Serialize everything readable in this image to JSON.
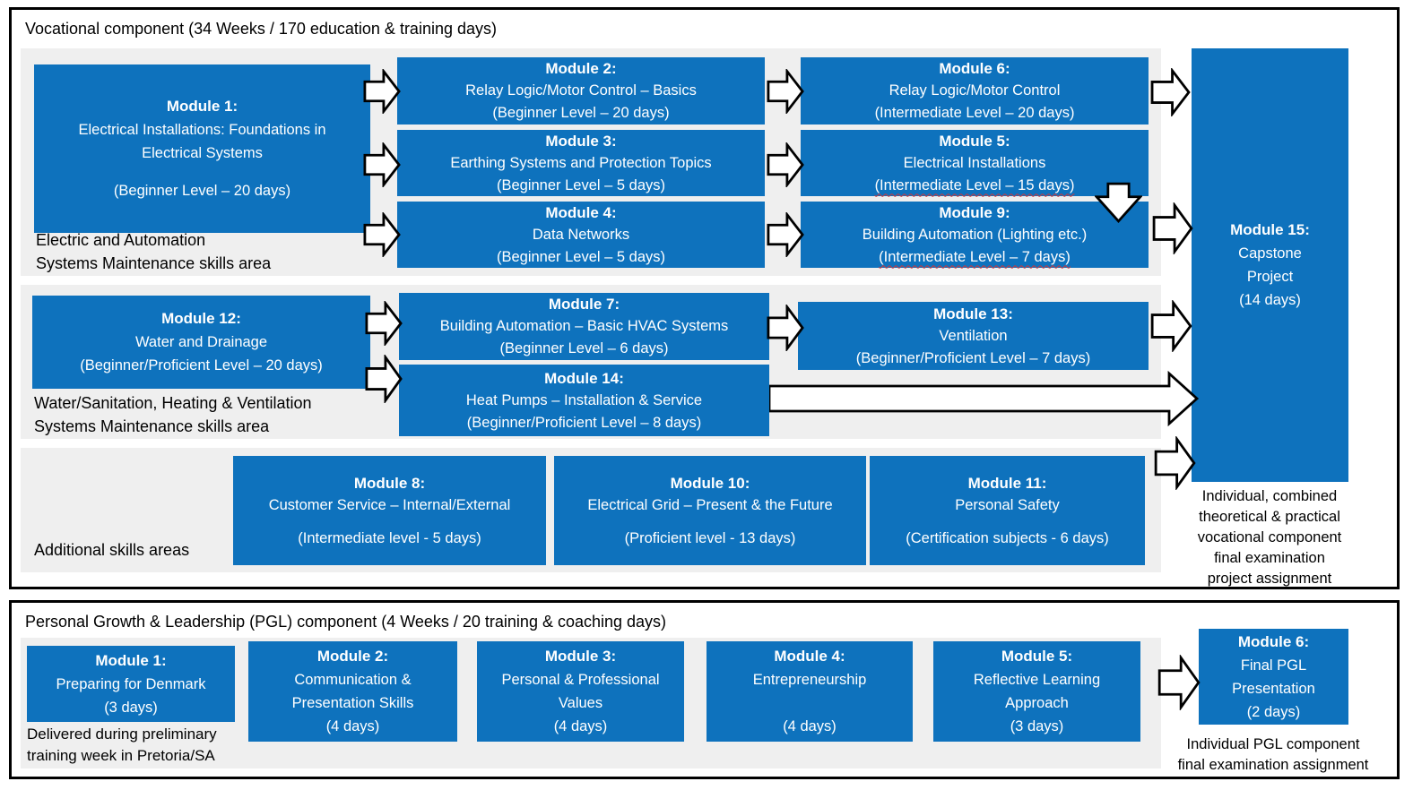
{
  "colors": {
    "module_blue": "#0e72bd",
    "band_gray": "#efefef",
    "arrow_fill": "#ffffff",
    "arrow_stroke": "#000000",
    "squiggle_red": "#d13438"
  },
  "voc": {
    "title": "Vocational component (34 Weeks / 170 education & training days)",
    "band1_caption": [
      "Electric and Automation",
      "Systems Maintenance skills area"
    ],
    "band2_caption": [
      "Water/Sanitation, Heating & Ventilation",
      "Systems Maintenance skills area"
    ],
    "band3_caption": [
      "Additional skills areas"
    ],
    "m1": {
      "title": "Module 1:",
      "name1": "Electrical Installations: Foundations in",
      "name2": "Electrical Systems",
      "level": "(Beginner Level – 20 days)"
    },
    "m2": {
      "title": "Module 2:",
      "name": "Relay Logic/Motor Control – Basics",
      "level": "(Beginner Level – 20 days)"
    },
    "m3": {
      "title": "Module 3:",
      "name": "Earthing Systems and Protection Topics",
      "level": "(Beginner Level – 5 days)"
    },
    "m4": {
      "title": "Module 4:",
      "name": "Data Networks",
      "level": "(Beginner Level – 5 days)"
    },
    "m6": {
      "title": "Module 6:",
      "name": "Relay Logic/Motor Control",
      "level": "(Intermediate Level – 20 days)"
    },
    "m5": {
      "title": "Module 5:",
      "name": "Electrical Installations",
      "level": "(Intermediate Level – 15 days)"
    },
    "m9": {
      "title": "Module 9:",
      "name": "Building Automation (Lighting etc.)",
      "level": "(Intermediate Level – 7 days)"
    },
    "m12": {
      "title": "Module 12:",
      "name": "Water and Drainage",
      "level": "(Beginner/Proficient Level – 20 days)"
    },
    "m7": {
      "title": "Module 7:",
      "name": "Building Automation – Basic HVAC Systems",
      "level": "(Beginner Level – 6 days)"
    },
    "m14": {
      "title": "Module 14:",
      "name": "Heat Pumps – Installation & Service",
      "level": "(Beginner/Proficient Level – 8 days)"
    },
    "m13": {
      "title": "Module 13:",
      "name": "Ventilation",
      "level": "(Beginner/Proficient Level – 7 days)"
    },
    "m8": {
      "title": "Module 8:",
      "name": "Customer Service – Internal/External",
      "level": "(Intermediate level - 5 days)"
    },
    "m10": {
      "title": "Module 10:",
      "name": "Electrical Grid – Present & the Future",
      "level": "(Proficient level - 13 days)"
    },
    "m11": {
      "title": "Module 11:",
      "name": "Personal Safety",
      "level": "(Certification subjects - 6 days)"
    },
    "m15": {
      "title": "Module 15:",
      "line1": "Capstone",
      "line2": "Project",
      "level": "(14 days)",
      "note": [
        "Individual, combined",
        "theoretical & practical",
        "vocational component",
        "final examination",
        "project assignment"
      ]
    }
  },
  "pgl": {
    "title": "Personal Growth & Leadership (PGL) component (4 Weeks / 20 training & coaching days)",
    "p1": {
      "title": "Module 1:",
      "name": "Preparing for Denmark",
      "level": "(3 days)",
      "caption": [
        "Delivered during preliminary",
        "training week in Pretoria/SA"
      ]
    },
    "p2": {
      "title": "Module 2:",
      "line1": "Communication &",
      "line2": "Presentation Skills",
      "level": "(4 days)"
    },
    "p3": {
      "title": "Module 3:",
      "line1": "Personal & Professional",
      "line2": "Values",
      "level": "(4 days)"
    },
    "p4": {
      "title": "Module 4:",
      "name": "Entrepreneurship",
      "level": "(4 days)"
    },
    "p5": {
      "title": "Module 5:",
      "line1": "Reflective Learning",
      "line2": "Approach",
      "level": "(3 days)"
    },
    "p6": {
      "title": "Module 6:",
      "line1": "Final PGL",
      "line2": "Presentation",
      "level": "(2 days)",
      "note": [
        "Individual PGL component",
        "final examination assignment"
      ]
    }
  }
}
